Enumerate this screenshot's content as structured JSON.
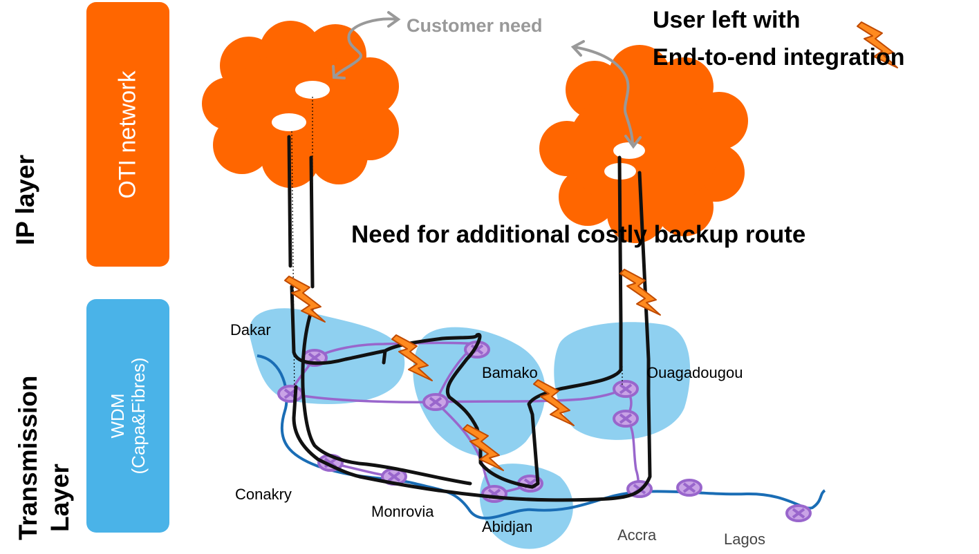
{
  "layers": {
    "ip_layer": "IP layer",
    "transmission_layer_line1": "Transmission",
    "transmission_layer_line2": "Layer"
  },
  "boxes": {
    "oti_network": "OTI network",
    "wdm_line1": "WDM",
    "wdm_line2": "(Capa&Fibres)"
  },
  "annotations": {
    "customer_need": "Customer need",
    "user_left_line1": "User left with",
    "user_left_line2": "End-to-end integration",
    "backup_route": "Need for additional costly backup route"
  },
  "cities": {
    "dakar": "Dakar",
    "bamako": "Bamako",
    "ouagadougou": "Ouagadougou",
    "conakry": "Conakry",
    "monrovia": "Monrovia",
    "abidjan": "Abidjan",
    "accra": "Accra",
    "lagos": "Lagos"
  },
  "colors": {
    "orange": "#FF6600",
    "blue_box": "#4AB3E8",
    "light_blue_zone": "#8FD0F0",
    "purple": "#9966CC",
    "dark_blue_fibre": "#1A6DB5",
    "arrow_grey": "#999999",
    "black_route": "#111111"
  },
  "icons": [
    "lightning-bolt-icon",
    "node-cross-icon",
    "double-arrow-icon"
  ]
}
